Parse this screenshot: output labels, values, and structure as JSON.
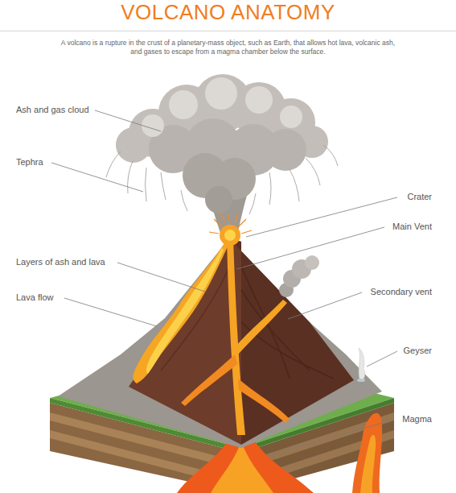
{
  "diagram": {
    "title": "VOLCANO ANATOMY",
    "caption": "A volcano is a rupture in the crust of a planetary-mass object, such as Earth, that allows hot lava, volcanic ash, and gases to escape from a magma chamber below the surface.",
    "labels": [
      "Ash and gas cloud",
      "Tephra",
      "Crater",
      "Main Vent",
      "Layers of ash and lava",
      "Lava flow",
      "Secondary vent",
      "Geyser",
      "Magma"
    ]
  }
}
